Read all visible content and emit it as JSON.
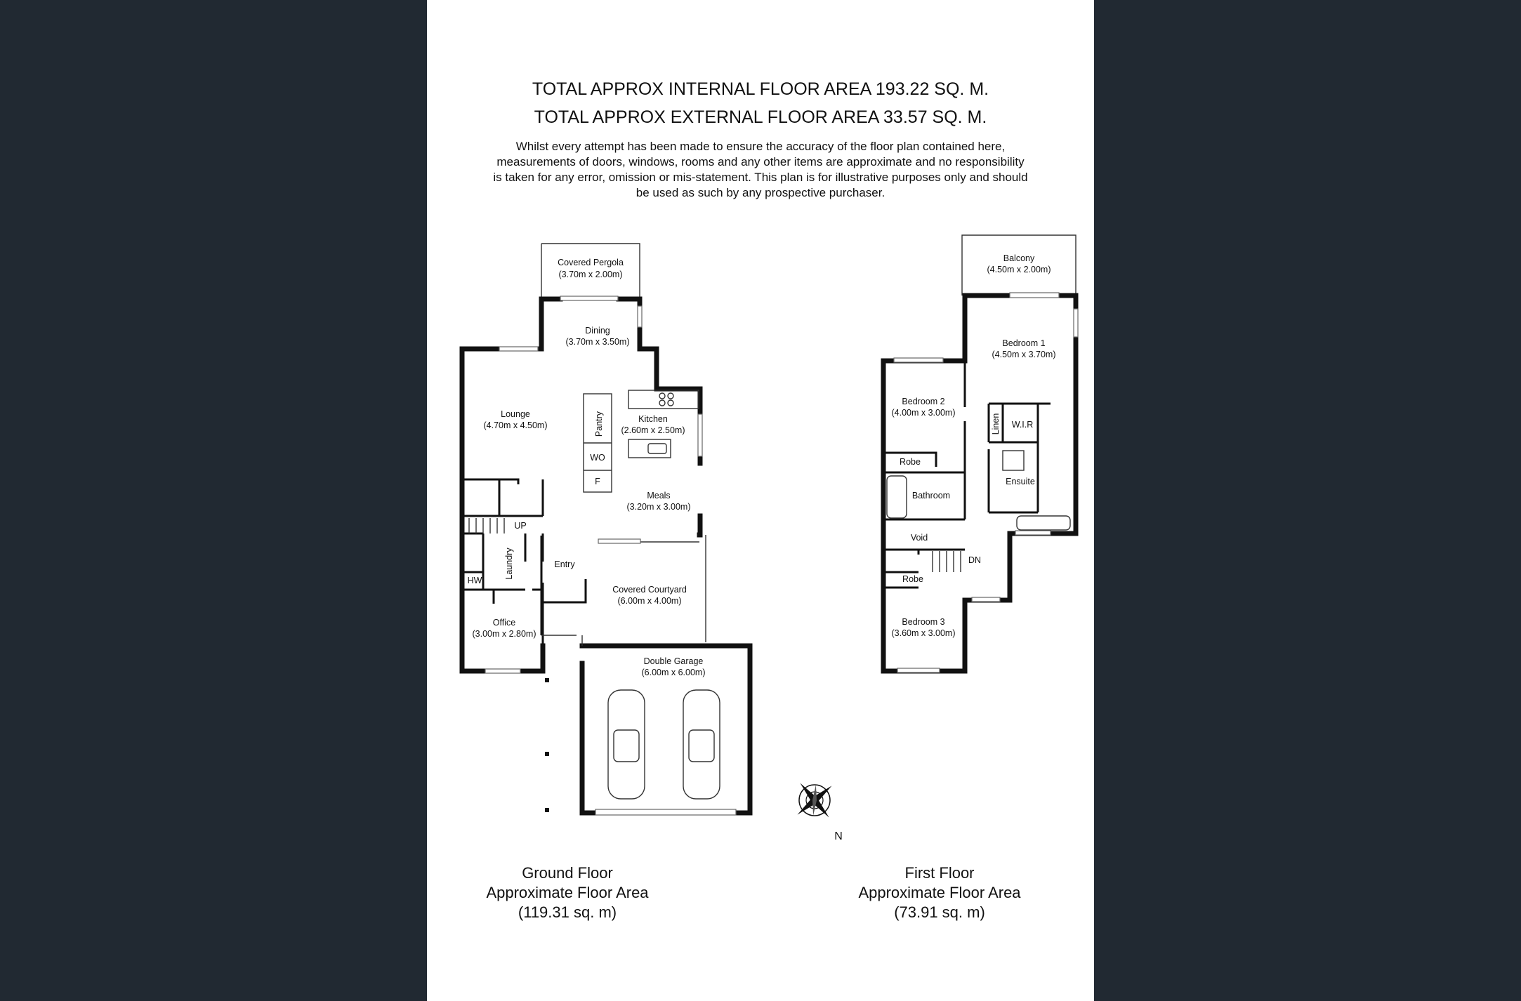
{
  "header": {
    "internal_area": "TOTAL APPROX INTERNAL FLOOR AREA 193.22 SQ. M.",
    "external_area": "TOTAL APPROX EXTERNAL FLOOR AREA 33.57 SQ. M.",
    "disclaimer": "Whilst every attempt has been made to ensure the accuracy of the floor plan contained here,\nmeasurements of doors, windows, rooms and any other items are approximate and no responsibility\nis taken for any error, omission or mis-statement. This plan is for illustrative purposes only and should\nbe used as such by any prospective purchaser."
  },
  "ground_floor": {
    "title": "Ground Floor",
    "area_label": "Approximate Floor Area",
    "area_value": "(119.31 sq. m)",
    "rooms": {
      "pergola": {
        "name": "Covered Pergola",
        "size": "(3.70m x 2.00m)"
      },
      "dining": {
        "name": "Dining",
        "size": "(3.70m x 3.50m)"
      },
      "lounge": {
        "name": "Lounge",
        "size": "(4.70m x 4.50m)"
      },
      "kitchen": {
        "name": "Kitchen",
        "size": "(2.60m x 2.50m)"
      },
      "meals": {
        "name": "Meals",
        "size": "(3.20m x 3.00m)"
      },
      "entry": {
        "name": "Entry"
      },
      "courtyard": {
        "name": "Covered Courtyard",
        "size": "(6.00m x 4.00m)"
      },
      "office": {
        "name": "Office",
        "size": "(3.00m x 2.80m)"
      },
      "garage": {
        "name": "Double Garage",
        "size": "(6.00m x 6.00m)"
      }
    },
    "labels": {
      "pantry": "Pantry",
      "wo": "WO",
      "fridge": "F",
      "up": "UP",
      "laundry": "Laundry",
      "hw": "HW"
    }
  },
  "first_floor": {
    "title": "First Floor",
    "area_label": "Approximate Floor Area",
    "area_value": "(73.91 sq. m)",
    "rooms": {
      "balcony": {
        "name": "Balcony",
        "size": "(4.50m x 2.00m)"
      },
      "bed1": {
        "name": "Bedroom 1",
        "size": "(4.50m x 3.70m)"
      },
      "bed2": {
        "name": "Bedroom 2",
        "size": "(4.00m x 3.00m)"
      },
      "bed3": {
        "name": "Bedroom 3",
        "size": "(3.60m x 3.00m)"
      },
      "bathroom": {
        "name": "Bathroom"
      },
      "ensuite": {
        "name": "Ensuite"
      }
    },
    "labels": {
      "linen": "Linen",
      "wir": "W.I.R",
      "robe": "Robe",
      "robe2": "Robe",
      "void": "Void",
      "dn": "DN"
    }
  },
  "compass": {
    "north": "N"
  },
  "colors": {
    "background": "#212932",
    "sheet": "#ffffff",
    "ink": "#111111"
  }
}
